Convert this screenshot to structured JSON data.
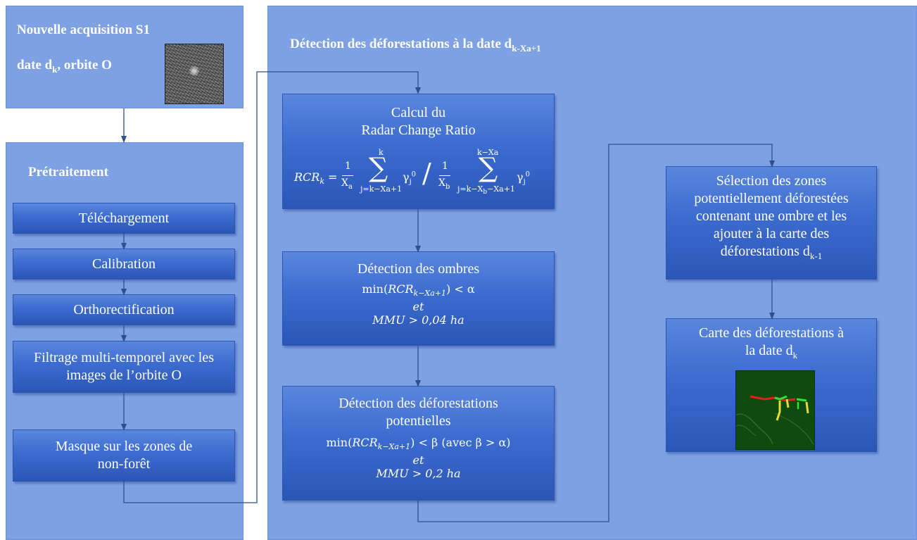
{
  "panels": {
    "acquisition": {
      "title_prefix": "Nouvelle acquisition S1",
      "line2_prefix": "date d",
      "line2_sub": "k",
      "line2_suffix": ", orbite O"
    },
    "preprocessing": {
      "title": "Prétraitement"
    },
    "detection": {
      "title_prefix": "Détection des déforestations à la date d",
      "title_sub": "k-Xa+1"
    }
  },
  "preprocessing_steps": [
    "Téléchargement",
    "Calibration",
    "Orthorectification",
    "Filtrage multi-temporel avec les images de l’orbite O",
    "Masque sur les zones de non-forêt"
  ],
  "rcr_box": {
    "title": [
      "Calcul du",
      "Radar Change Ratio"
    ],
    "formula": {
      "lhs": "RCR",
      "lhs_sub": "k",
      "equals": "=",
      "one": "1",
      "xa": "X",
      "xa_sub": "a",
      "xb": "X",
      "xb_sub": "b",
      "sum": "∑",
      "sum1_top": "k",
      "sum1_bottom": "j=k−Xa+1",
      "sum2_top": "k−Xa",
      "sum2_bottom_pre": "j=k−X",
      "sum2_bottom_sub": "b",
      "sum2_bottom_post": "−Xa+1",
      "gamma": "γ",
      "gamma_sub": "j",
      "gamma_sup": "0",
      "slash": "/"
    }
  },
  "shadows_box": {
    "title": "Détection des ombres",
    "cond1_pre": "min(",
    "cond1_var": "RCR",
    "cond1_sub": "k−Xa+1",
    "cond1_post": ") < α",
    "and": "et",
    "cond2": "MMU > 0,04 ha"
  },
  "potential_box": {
    "title": [
      "Détection des déforestations",
      "potentielles"
    ],
    "cond1_pre": "min(",
    "cond1_var": "RCR",
    "cond1_sub": "k−Xa+1",
    "cond1_post": ") < β (avec β > α)",
    "and": "et",
    "cond2": "MMU > 0,2 ha"
  },
  "selection_box": {
    "lines": [
      "Sélection des zones",
      "potentiellement déforestées",
      "contenant une ombre et les",
      "ajouter à la carte des"
    ],
    "last_prefix": "déforestations d",
    "last_sub": "k-1"
  },
  "map_box": {
    "line1": "Carte des déforestations à",
    "line2_prefix": "la date d",
    "line2_sub": "k"
  },
  "colors": {
    "panel": "#7ea1e4",
    "box": "#3c6cd0",
    "arrow": "#2f4f8f",
    "forest": "#0f4a0f",
    "deforested_red": "#e11f1f",
    "deforested_green": "#36e036",
    "deforested_yellow": "#e6dc3c"
  }
}
